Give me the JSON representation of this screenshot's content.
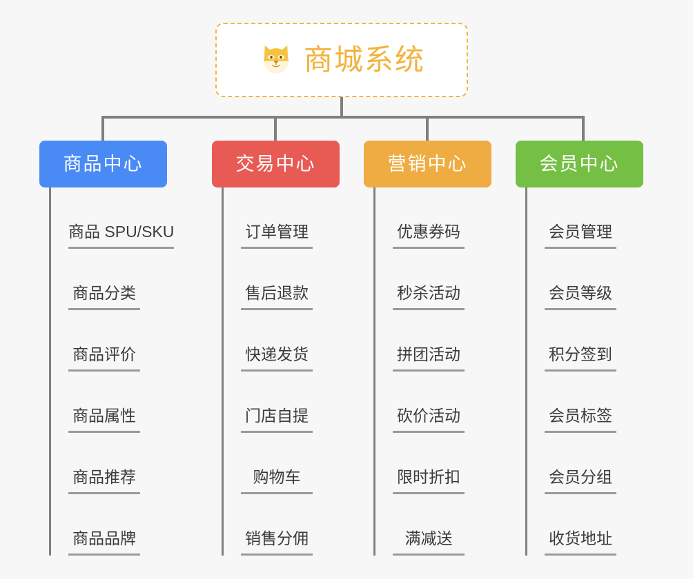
{
  "root": {
    "title": "商城系统",
    "icon": "shiba-dog-icon",
    "title_color": "#f2b33d",
    "border_color": "#f0b64a"
  },
  "connector_color": "#808080",
  "background_color": "#f7f7f7",
  "columns": [
    {
      "label": "商品中心",
      "color": "#4a8af4",
      "items": [
        "商品 SPU/SKU",
        "商品分类",
        "商品评价",
        "商品属性",
        "商品推荐",
        "商品品牌"
      ]
    },
    {
      "label": "交易中心",
      "color": "#e85b55",
      "items": [
        "订单管理",
        "售后退款",
        "快递发货",
        "门店自提",
        "购物车",
        "销售分佣"
      ]
    },
    {
      "label": "营销中心",
      "color": "#eeac42",
      "items": [
        "优惠券码",
        "秒杀活动",
        "拼团活动",
        "砍价活动",
        "限时折扣",
        "满减送"
      ]
    },
    {
      "label": "会员中心",
      "color": "#74bf44",
      "items": [
        "会员管理",
        "会员等级",
        "积分签到",
        "会员标签",
        "会员分组",
        "收货地址"
      ]
    }
  ]
}
